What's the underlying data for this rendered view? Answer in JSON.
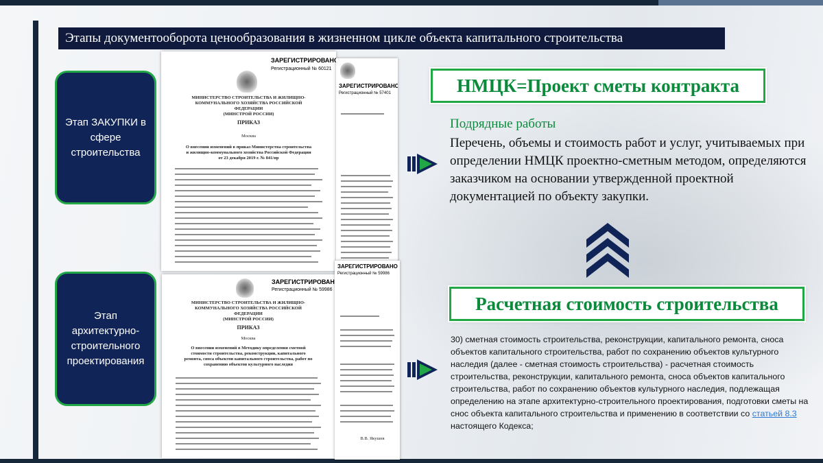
{
  "title": "Этапы документооборота ценообразования в жизненном цикле объекта капитального строительства",
  "stages": [
    {
      "label": "Этап ЗАКУПКИ в сфере строительства"
    },
    {
      "label": "Этап архитектурно-строительного проектирования"
    }
  ],
  "nmck_box": "НМЦК=Проект сметы контракта",
  "contract_work_label": "Подрядные работы",
  "contract_work_text": "Перечень, объемы и стоимость работ и услуг, учитываемых при определении НМЦК проектно-сметным методом, определяются заказчиком на основании утвержденной проектной документацией по объекту закупки.",
  "estimated_cost_box": "Расчетная стоимость строительства",
  "law_text_before": "30) сметная стоимость строительства, реконструкции, капитального ремонта, сноса объектов капитального строительства, работ по сохранению объектов культурного наследия (далее - сметная стоимость строительства) - расчетная стоимость строительства, реконструкции, капитального ремонта, сноса объектов капитального строительства, работ по сохранению объектов культурного наследия, подлежащая определению на этапе архитектурно-строительного проектирования, подготовки сметы на снос объекта капитального строительства и применению в соответствии со ",
  "law_link": "статьей 8.3",
  "law_text_after": " настоящего Кодекса;",
  "documents": {
    "doc1": {
      "registered": "ЗАРЕГИСТРИРОВАНО",
      "reg_number": "Регистрационный № 60121",
      "ministry": "МИНИСТЕРСТВО СТРОИТЕЛЬСТВА И ЖИЛИЩНО-КОММУНАЛЬНОГО ХОЗЯЙСТВА РОССИЙСКОЙ ФЕДЕРАЦИИ",
      "short_name": "(МИНСТРОЙ РОССИИ)",
      "order": "ПРИКАЗ",
      "city": "Москва",
      "subject": "О внесении изменений в приказ Министерства строительства и жилищно-коммунального хозяйства Российской Федерации от 23 декабря 2019 г. № 841/пр"
    },
    "doc2": {
      "registered": "ЗАРЕГИСТРИРОВАНО",
      "reg_number": "Регистрационный № 57401"
    },
    "doc3": {
      "registered": "ЗАРЕГИСТРИРОВАНО",
      "reg_number": "Регистрационный № 59986",
      "ministry": "МИНИСТЕРСТВО СТРОИТЕЛЬСТВА И ЖИЛИЩНО-КОММУНАЛЬНОГО ХОЗЯЙСТВА РОССИЙСКОЙ ФЕДЕРАЦИИ",
      "short_name": "(МИНСТРОЙ РОССИИ)",
      "order": "ПРИКАЗ",
      "city": "Москва",
      "subject": "О внесении изменений в Методику определения сметной стоимости строительства, реконструкции, капитального ремонта, сноса объектов капитального строительства, работ по сохранению объектов культурного наследия"
    },
    "doc4": {
      "registered": "ЗАРЕГИСТРИРОВАНО",
      "reg_number": "Регистрационный № 59986",
      "signature": "В.В. Якушев"
    }
  },
  "colors": {
    "navy": "#102457",
    "green": "#21a745",
    "green_text": "#0b8a3b",
    "title_bg": "#0f1a3d"
  },
  "icons": [
    "arrow-right-icon",
    "chevron-up-icon",
    "emblem-icon"
  ]
}
